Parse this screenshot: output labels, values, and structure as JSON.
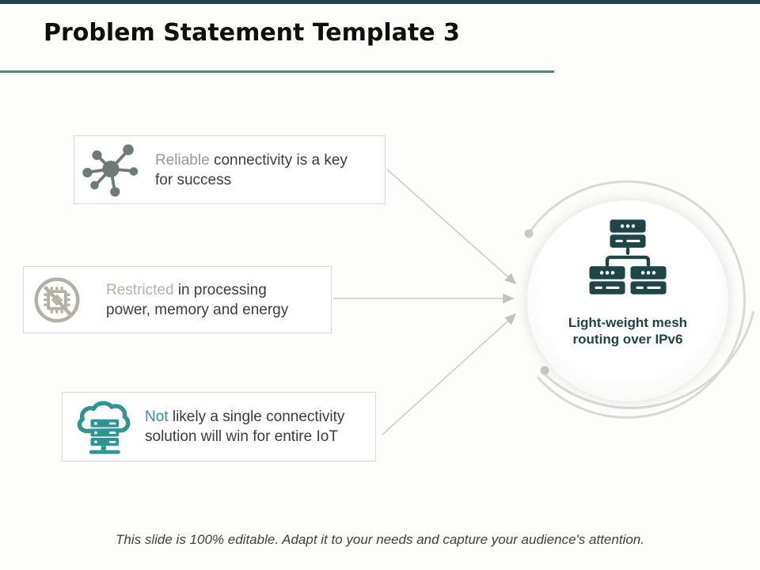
{
  "slide": {
    "title": "Problem Statement Template 3",
    "footer": "This slide is 100% editable. Adapt it to your needs and capture your audience's attention."
  },
  "boxes": [
    {
      "icon": "network-hub-icon",
      "highlight": "Reliable",
      "rest": "connectivity is a key for success"
    },
    {
      "icon": "no-processor-icon",
      "highlight": "Restricted",
      "rest": "in processing power, memory and energy"
    },
    {
      "icon": "cloud-server-icon",
      "highlight": "Not",
      "rest": "likely a single connectivity solution will win for entire IoT"
    }
  ],
  "target": {
    "icon": "mesh-servers-icon",
    "label": [
      "Light-weight mesh",
      "routing over IPv6"
    ]
  },
  "colors": {
    "top_bar": "#1e4649",
    "title_rule": "#3f8e86",
    "network_icon": "#6e7d74",
    "processor_icon": "#b3b0a6",
    "cloud_icon": "#2f9494",
    "mesh_icon": "#1d4747",
    "highlight_gray": "#939c99",
    "highlight_beige": "#b5b2a8",
    "highlight_teal": "#2f9494",
    "body_text": "#3d3d3d",
    "arrow_gray": "#c8c8c8"
  }
}
